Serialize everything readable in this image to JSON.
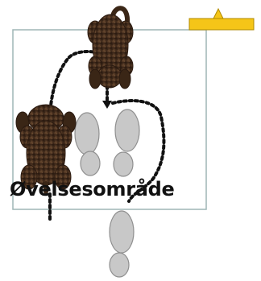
{
  "diagram": {
    "area_label": "Øvelsesområde",
    "colors": {
      "area_border": "#9fb6b6",
      "path": "#111111",
      "dog_fur": "#4b3220",
      "dog_dark": "#2a1a10",
      "foot": "#c8c8c8",
      "foot_stroke": "#8f8f8f",
      "marker_fill": "#f5c518",
      "marker_stroke": "#b08a00"
    },
    "elements": {
      "dog_top": "dog-top-view",
      "dog_left": "dog-top-view",
      "marker": "handler-marker",
      "path": "dotted-path",
      "feet": "footprints"
    }
  }
}
